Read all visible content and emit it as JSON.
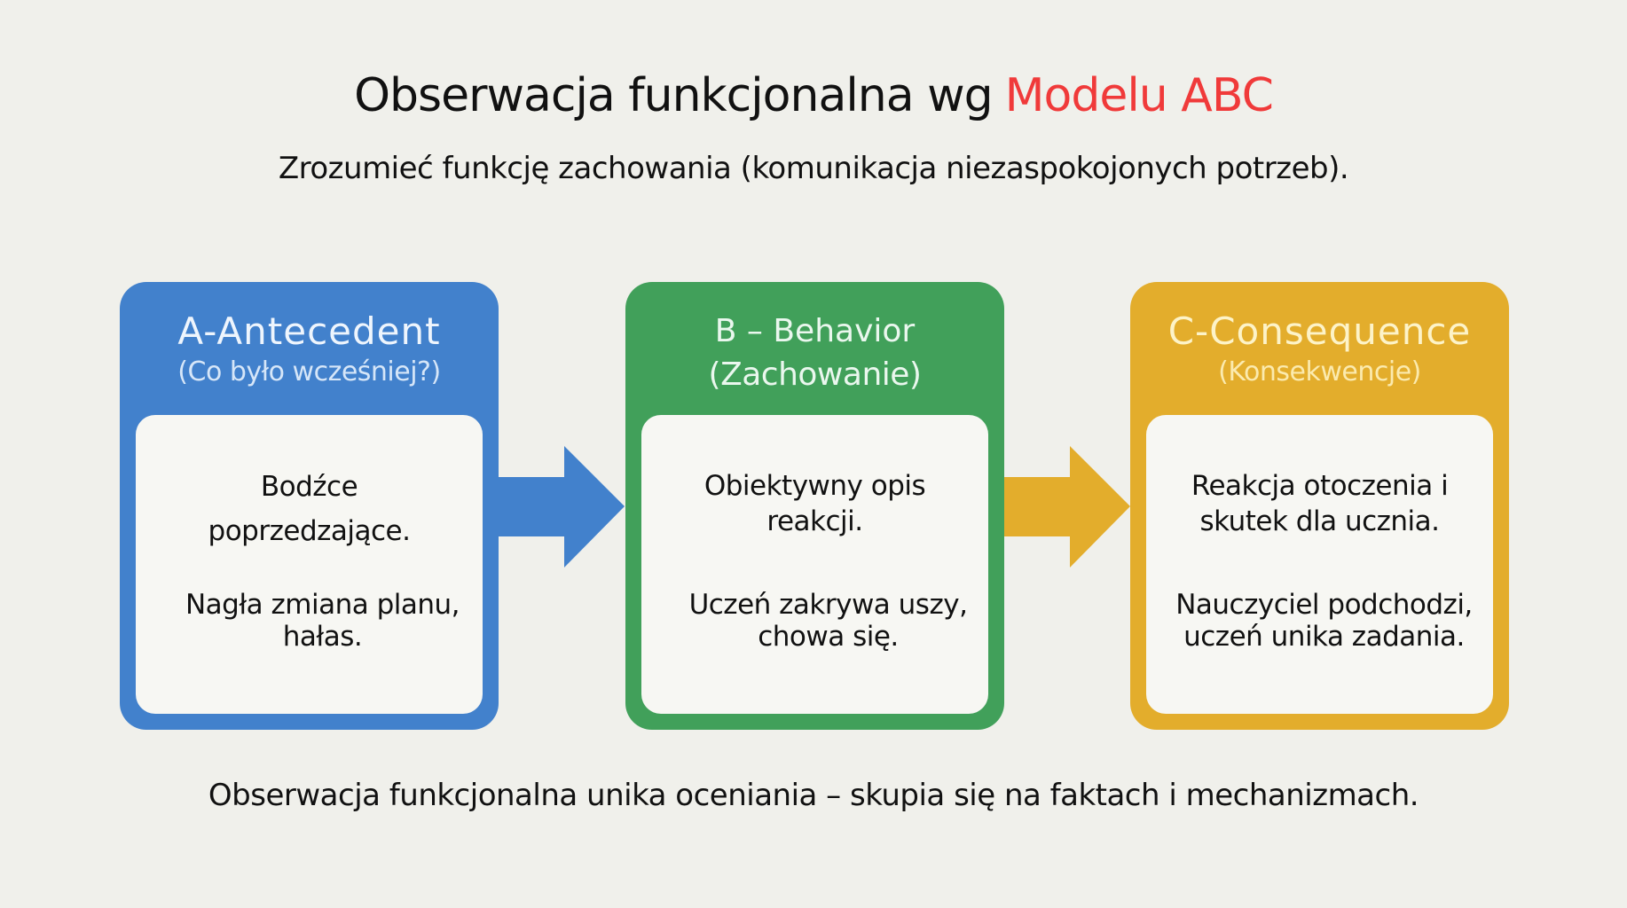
{
  "title": {
    "main": "Obserwacja funkcjonalna  wg",
    "accent": "Modelu ABC"
  },
  "subtitle": "Zrozumieć funkcję zachowania (komunikacja niezaspokojonych potrzeb).",
  "cards": [
    {
      "heading": "A-Antecedent",
      "subheading": "(Co było wcześniej?)",
      "description": "Bodźce poprzedzające.",
      "example": "Nagła zmiana planu, hałas.",
      "color": "#4281cc"
    },
    {
      "heading": "B – Behavior",
      "subheading": "(Zachowanie)",
      "description": "Obiektywny opis reakcji.",
      "example": "Uczeń zakrywa uszy, chowa się.",
      "color": "#41a05a"
    },
    {
      "heading": "C-Consequence",
      "subheading": "(Konsekwencje)",
      "description": "Reakcja otoczenia i skutek dla ucznia.",
      "example": "Nauczyciel podchodzi, uczeń unika zadania.",
      "color": "#e3ad2c"
    }
  ],
  "footer": "Obserwacja funkcjonalna unika oceniania – skupia się na faktach i mechanizmach.",
  "accent_color": "#f03a3a"
}
